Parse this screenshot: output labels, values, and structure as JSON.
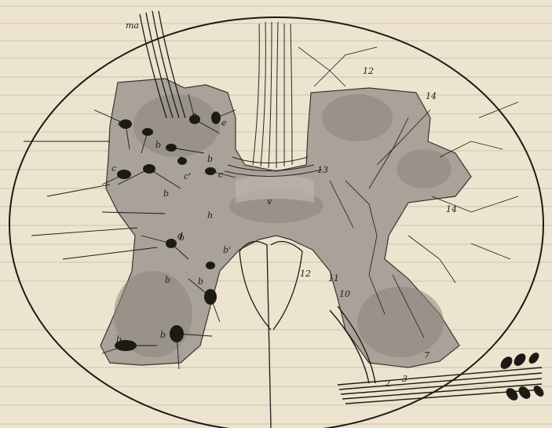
{
  "colors": {
    "paper": "#ede4cf",
    "ink": "#1d1a16",
    "grey_matter": "#9c968d",
    "grey_matter_dark": "#7f786f",
    "bleed_text": "#b9ae98"
  },
  "labels": {
    "ma": "ma",
    "n12_top": "12",
    "n14_top": "14",
    "n14_right": "14",
    "n13": "13",
    "v": "v",
    "n12_mid": "12",
    "n11": "11",
    "n10": "10",
    "n7": "7",
    "n3": "3",
    "n2": "2",
    "a1": "a",
    "a2": "a",
    "e": "e",
    "c1": "c",
    "c2": "c",
    "c3": "c'",
    "b1": "b",
    "b2": "b",
    "b3": "b",
    "b4": "b",
    "b5": "b",
    "b6": "b'",
    "b7": "b",
    "b8": "b",
    "b9": "b",
    "b10": "b",
    "h": "h",
    "d": "d"
  }
}
